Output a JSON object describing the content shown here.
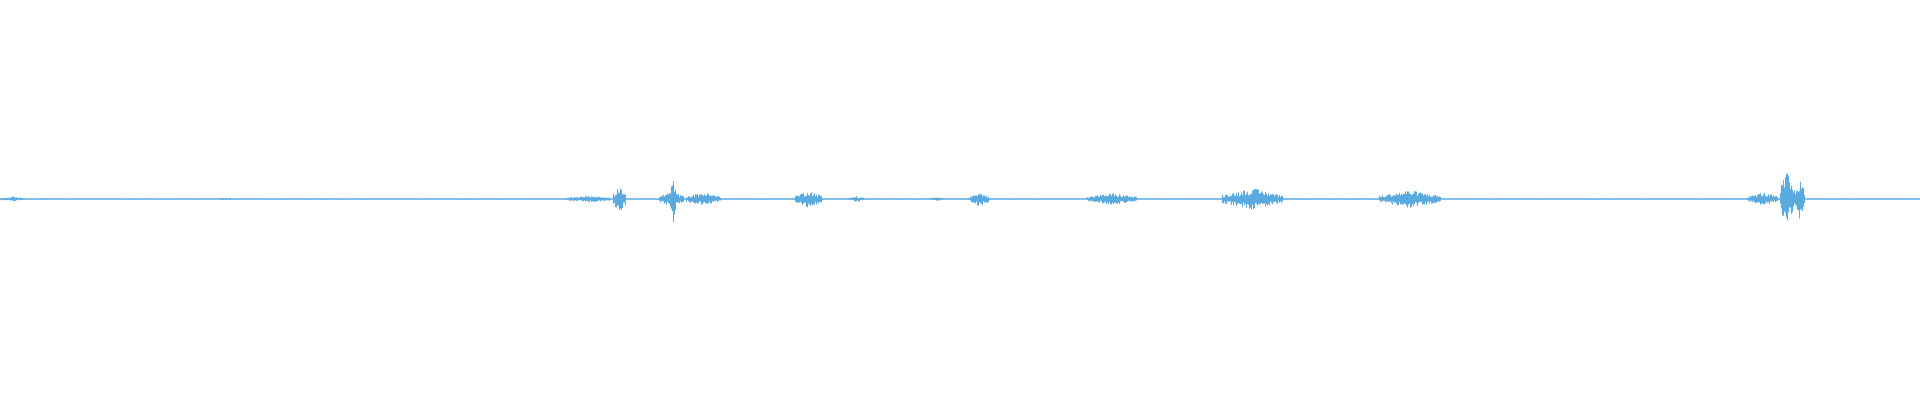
{
  "colors": {
    "background": "#ffffff",
    "waveform": "#5aaae0"
  },
  "chart_data": {
    "type": "area",
    "title": "",
    "xlabel": "",
    "ylabel": "",
    "x_range": [
      0,
      1
    ],
    "ylim": [
      -1,
      1
    ],
    "grid": false,
    "legend": "none",
    "baseline_amplitude": 0.003,
    "series": [
      {
        "segments": [
          {
            "start": 0.0,
            "end": 0.013,
            "amplitude": 0.012
          },
          {
            "start": 0.11,
            "end": 0.125,
            "amplitude": 0.006
          },
          {
            "start": 0.295,
            "end": 0.318,
            "amplitude": 0.018
          },
          {
            "start": 0.319,
            "end": 0.326,
            "amplitude": 0.07
          },
          {
            "start": 0.343,
            "end": 0.356,
            "amplitude": 0.04
          },
          {
            "start": 0.349,
            "end": 0.352,
            "amplitude": 0.12
          },
          {
            "start": 0.357,
            "end": 0.375,
            "amplitude": 0.035
          },
          {
            "start": 0.414,
            "end": 0.428,
            "amplitude": 0.045
          },
          {
            "start": 0.442,
            "end": 0.45,
            "amplitude": 0.015
          },
          {
            "start": 0.484,
            "end": 0.492,
            "amplitude": 0.01
          },
          {
            "start": 0.505,
            "end": 0.515,
            "amplitude": 0.04
          },
          {
            "start": 0.566,
            "end": 0.592,
            "amplitude": 0.03
          },
          {
            "start": 0.636,
            "end": 0.668,
            "amplitude": 0.055
          },
          {
            "start": 0.718,
            "end": 0.75,
            "amplitude": 0.045
          },
          {
            "start": 0.91,
            "end": 0.926,
            "amplitude": 0.035
          },
          {
            "start": 0.927,
            "end": 0.934,
            "amplitude": 0.15
          },
          {
            "start": 0.934,
            "end": 0.94,
            "amplitude": 0.1
          }
        ]
      }
    ]
  }
}
